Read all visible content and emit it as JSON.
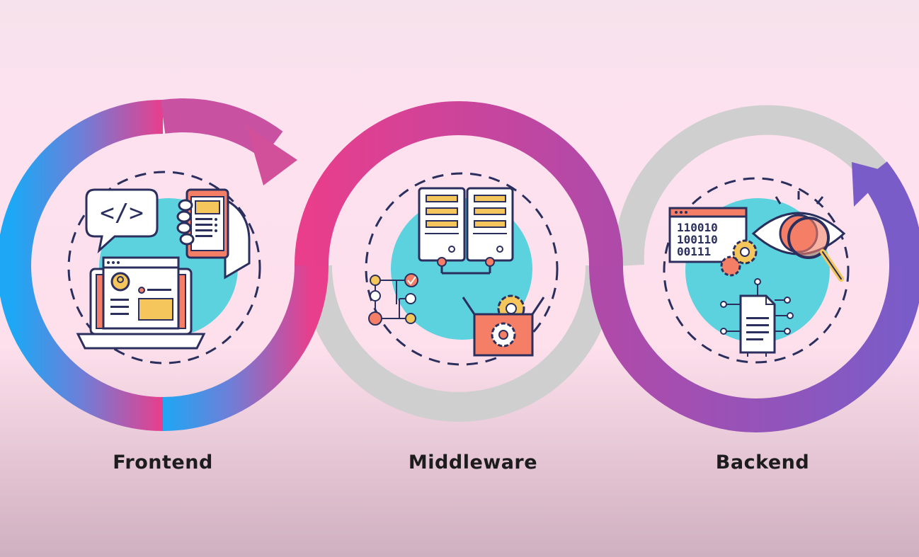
{
  "stages": [
    {
      "label": "Frontend"
    },
    {
      "label": "Middleware"
    },
    {
      "label": "Backend"
    }
  ],
  "frontend": {
    "code_bubble_text": "</>"
  },
  "backend": {
    "binary_lines": [
      "110010",
      "100110",
      "00111"
    ]
  },
  "colors": {
    "background": "#fde0ec",
    "gradient_start": "#1ea7f4",
    "gradient_mid": "#e83e8c",
    "gradient_end": "#7a5cc8",
    "gray_track": "#cfcfcf",
    "teal_circle": "#5dd2df",
    "accent_orange": "#f47f66",
    "accent_yellow": "#f5c65b",
    "outline_navy": "#2b2f5e"
  }
}
